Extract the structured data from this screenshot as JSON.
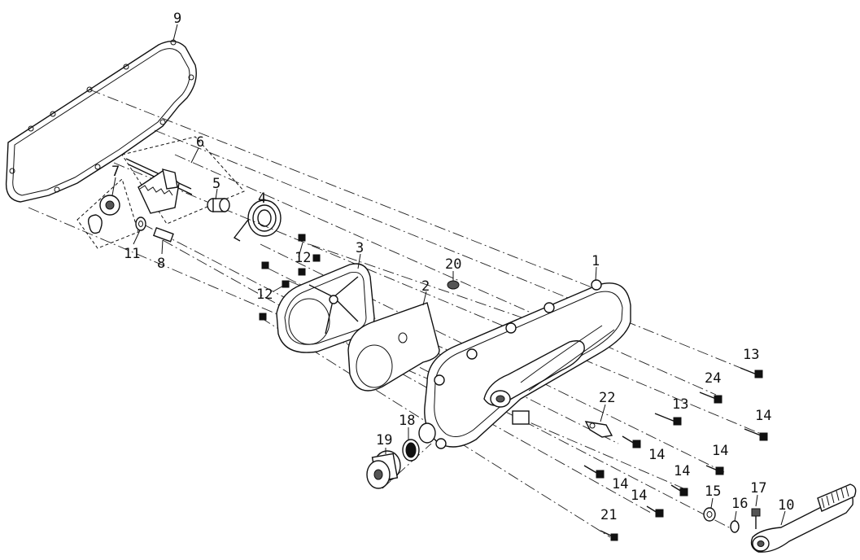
{
  "labels": [
    "1",
    "2",
    "3",
    "4",
    "5",
    "6",
    "7",
    "8",
    "9",
    "10",
    "11",
    "12",
    "12",
    "13",
    "13",
    "14",
    "14",
    "14",
    "14",
    "14",
    "14",
    "15",
    "16",
    "17",
    "18",
    "19",
    "20",
    "21",
    "22",
    "24"
  ]
}
